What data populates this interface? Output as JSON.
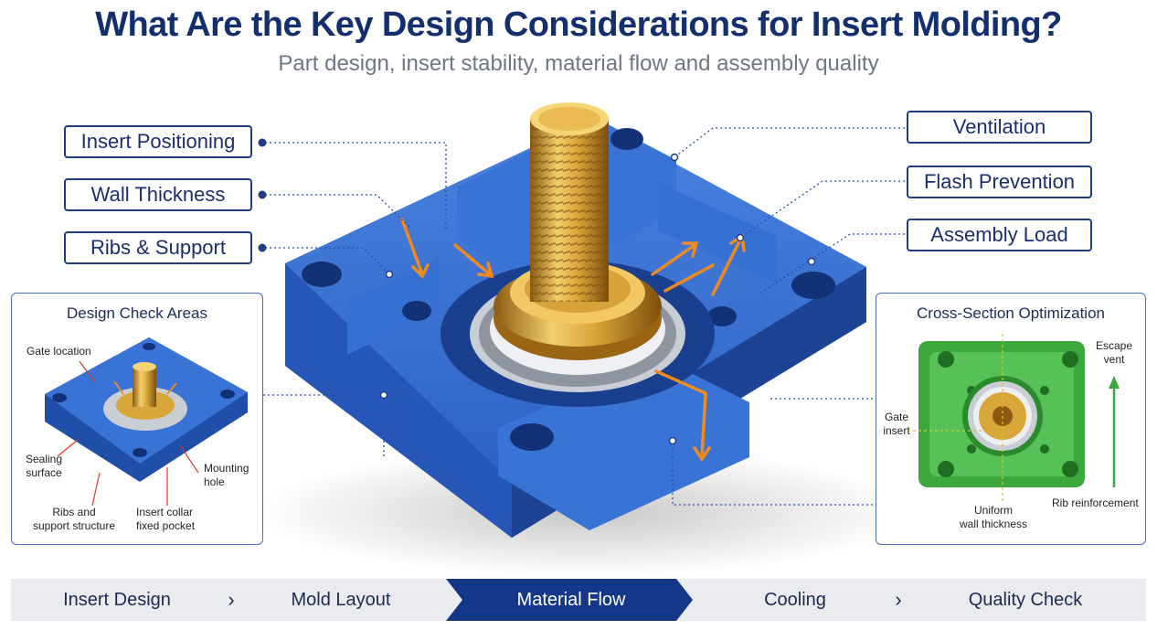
{
  "header": {
    "title": "What Are the Key Design Considerations for Insert Molding?",
    "subtitle": "Part design, insert stability, material flow and assembly quality"
  },
  "callouts": {
    "left": [
      "Insert Positioning",
      "Wall Thickness",
      "Ribs & Support"
    ],
    "right": [
      "Ventilation",
      "Flash Prevention",
      "Assembly Load"
    ]
  },
  "left_panel": {
    "title": "Design Check Areas",
    "labels": {
      "gate": "Gate location",
      "sealing_1": "Sealing",
      "sealing_2": "surface",
      "mounting_1": "Mounting",
      "mounting_2": "hole",
      "ribs_1": "Ribs and",
      "ribs_2": "support structure",
      "collar_1": "Insert collar",
      "collar_2": "fixed pocket"
    }
  },
  "right_panel": {
    "title": "Cross-Section Optimization",
    "labels": {
      "gate_1": "Gate",
      "gate_2": "insert",
      "escape_1": "Escape",
      "escape_2": "vent",
      "uniform_1": "Uniform",
      "uniform_2": "wall thickness",
      "rib": "Rib reinforcement"
    }
  },
  "steps": [
    {
      "label": "Insert Design",
      "active": false
    },
    {
      "label": "Mold Layout",
      "active": false
    },
    {
      "label": "Material Flow",
      "active": true
    },
    {
      "label": "Cooling",
      "active": false
    },
    {
      "label": "Quality Check",
      "active": false
    }
  ],
  "colors": {
    "navy": "#142f6e",
    "part_blue": "#2f66c8",
    "brass": "#d9a63a",
    "flow_orange": "#ee8a1f",
    "section_green": "#3aa83c",
    "step_active": "#15378a",
    "step_bg": "#e9ebef"
  }
}
